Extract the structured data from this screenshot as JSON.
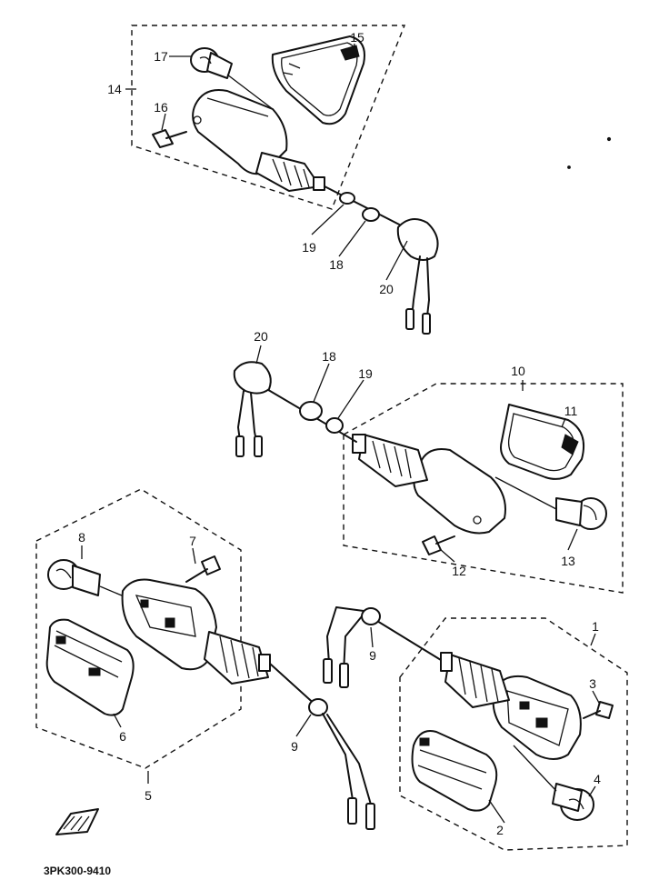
{
  "diagram": {
    "part_code": "3PK300-9410",
    "callouts": {
      "c1": "1",
      "c2": "2",
      "c3": "3",
      "c4": "4",
      "c5": "5",
      "c6": "6",
      "c7": "7",
      "c8": "8",
      "c9a": "9",
      "c9b": "9",
      "c10": "10",
      "c11": "11",
      "c12": "12",
      "c13": "13",
      "c14": "14",
      "c15": "15",
      "c16": "16",
      "c17": "17",
      "c18a": "18",
      "c18b": "18",
      "c19a": "19",
      "c19b": "19",
      "c20a": "20",
      "c20b": "20"
    }
  }
}
